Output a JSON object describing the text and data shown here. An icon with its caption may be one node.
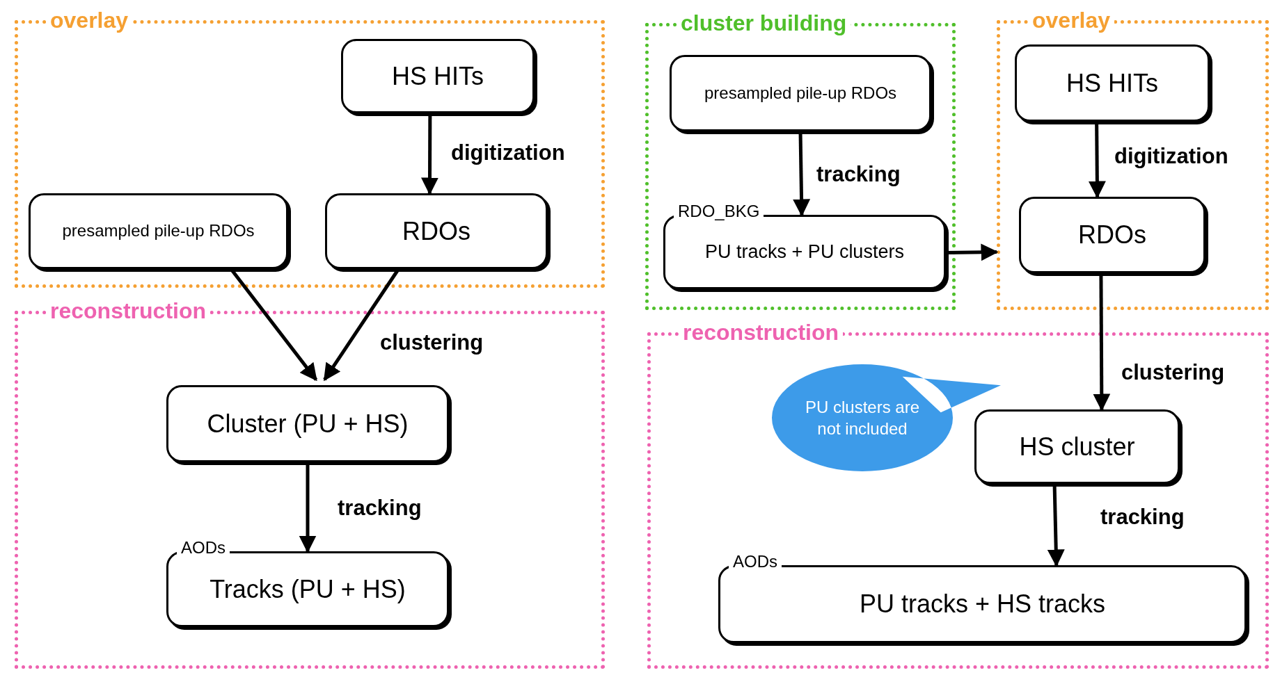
{
  "diagram": {
    "nodes": [
      {
        "text": [
          "overlay"
        ]
      },
      {
        "text": [
          "HS HITs"
        ],
        "in": 0
      },
      {
        "text": [
          "presampled pile-up RDOs"
        ],
        "in": 0
      },
      {
        "text": [
          "RDOs"
        ],
        "in": 0
      },
      {
        "text": [
          "reconstruction"
        ]
      },
      {
        "text": [
          "Cluster (PU + HS)"
        ],
        "in": 4
      },
      {
        "text": [
          "AODs",
          "Tracks (PU + HS)"
        ],
        "in": 4
      },
      {
        "text": [
          "cluster building"
        ]
      },
      {
        "text": [
          "presampled pile-up RDOs"
        ],
        "in": 7
      },
      {
        "text": [
          "RDO_BKG",
          "PU tracks + PU clusters"
        ],
        "in": 7
      },
      {
        "text": [
          "overlay"
        ]
      },
      {
        "text": [
          "HS HITs"
        ],
        "in": 10
      },
      {
        "text": [
          "RDOs"
        ],
        "in": 10
      },
      {
        "text": [
          "reconstruction"
        ]
      },
      {
        "text": [
          "PU clusters are not included"
        ],
        "in": 13
      },
      {
        "text": [
          "HS cluster"
        ],
        "in": 13
      },
      {
        "text": [
          "AODs",
          "PU tracks + HS tracks"
        ],
        "in": 13
      }
    ],
    "edges": [
      {
        "from": 1,
        "to": 3,
        "arrow": "to",
        "label": "digitization"
      },
      {
        "from": 2,
        "to": 5,
        "arrow": "to"
      },
      {
        "from": 3,
        "to": 5,
        "arrow": "to",
        "label": "clustering"
      },
      {
        "from": 5,
        "to": 6,
        "arrow": "to",
        "label": "tracking"
      },
      {
        "from": 8,
        "to": 9,
        "arrow": "to",
        "label": "tracking"
      },
      {
        "from": 9,
        "to": 10,
        "arrow": "to"
      },
      {
        "from": 11,
        "to": 12,
        "arrow": "to",
        "label": "digitization"
      },
      {
        "from": 12,
        "to": 15,
        "arrow": "to",
        "label": "clustering"
      },
      {
        "from": 15,
        "to": 16,
        "arrow": "to",
        "label": "tracking"
      }
    ]
  }
}
